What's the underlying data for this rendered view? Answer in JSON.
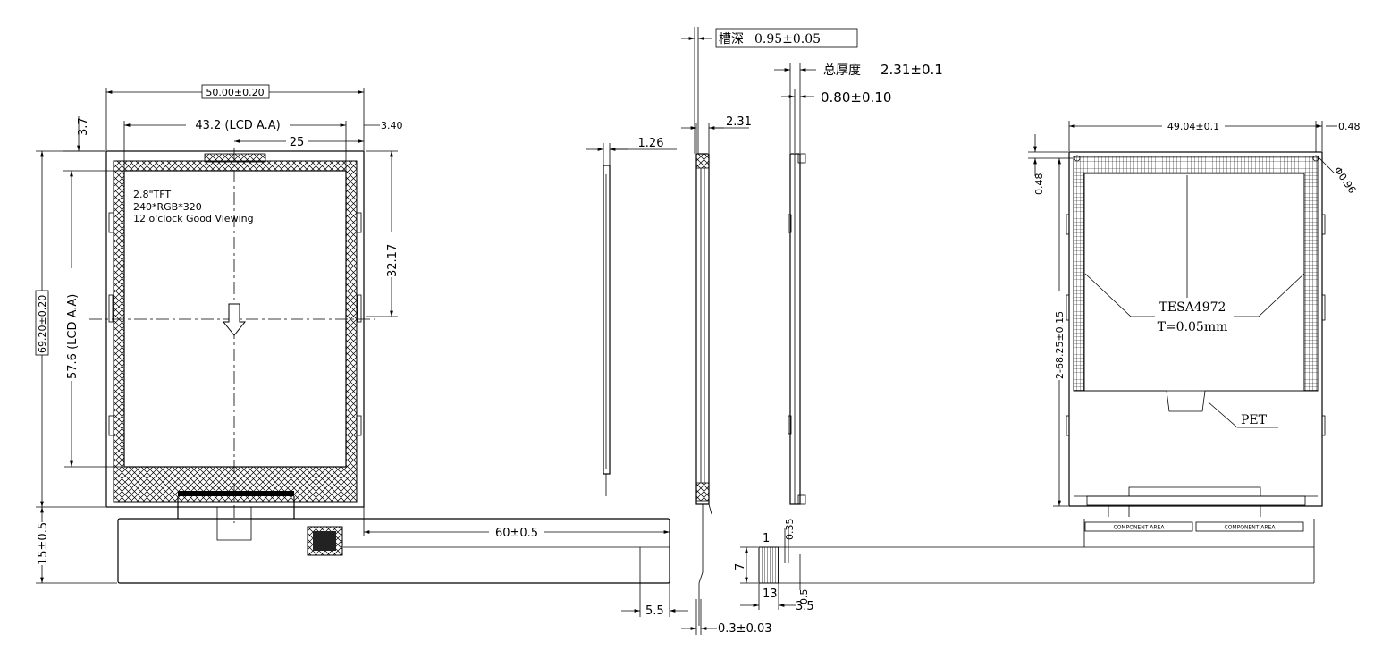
{
  "front_view": {
    "overall_width": "50.00±0.20",
    "aa_width": "43.2 (LCD A.A)",
    "center_offset": "25",
    "edge_offset": "3.40",
    "top_offset": "3.7",
    "center_height": "32.17",
    "overall_height": "69.20±0.20",
    "aa_height": "57.6 (LCD A.A)",
    "fpc_length": "15±0.5",
    "fpc_extension": "60±0.5",
    "finger_offset": "5.5",
    "label_line1": "2.8\"TFT",
    "label_line2": "240*RGB*320",
    "label_line3": "12 o'clock Good Viewing"
  },
  "side_views": {
    "thin_thickness": "1.26",
    "groove_label": "槽深",
    "groove_value": "0.95±0.05",
    "mid_thickness": "2.31",
    "total_label": "总厚度",
    "total_value": "2.31±0.1",
    "panel_thickness": "0.80±0.10",
    "fpc_thickness": "0.3±0.03"
  },
  "connector": {
    "pin_first": "1",
    "pin_last": "13",
    "pitch": "0.35",
    "height": "7",
    "finger_len": "0.5",
    "width": "3.5"
  },
  "rear_view": {
    "width": "49.04±0.1",
    "corner_offset": "0.48",
    "corner_offset_v": "0.48",
    "hole": "Φ0.96",
    "height": "2-68.25±0.15",
    "tape_name": "TESA4972",
    "tape_thickness": "T=0.05mm",
    "film": "PET",
    "component_area_1": "COMPONENT AREA",
    "component_area_2": "COMPONENT AREA"
  }
}
